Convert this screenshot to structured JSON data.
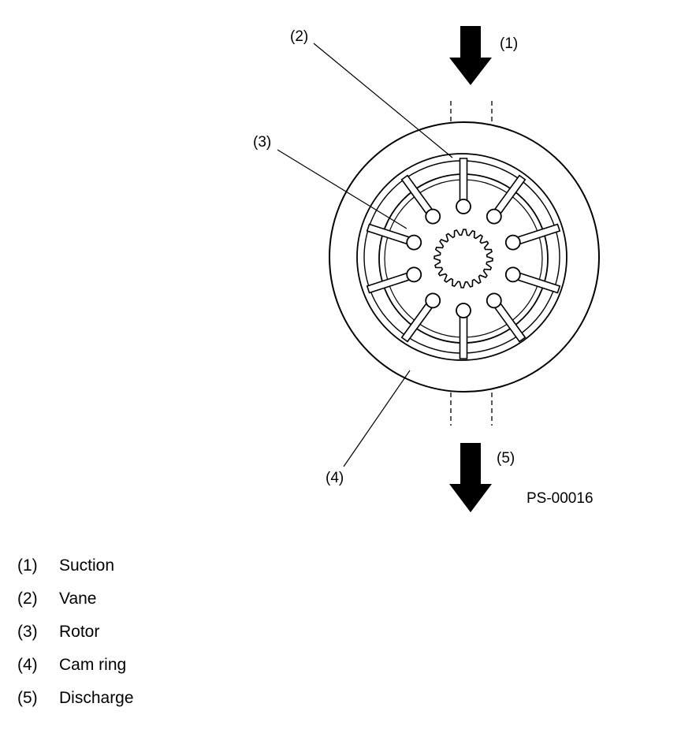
{
  "diagram": {
    "figure_code": "PS-00016",
    "callouts": {
      "suction": "(1)",
      "vane": "(2)",
      "rotor": "(3)",
      "cam_ring": "(4)",
      "discharge": "(5)"
    },
    "vane_count": 10,
    "rotor_spline_teeth": 20
  },
  "legend": [
    {
      "num": "(1)",
      "label": "Suction"
    },
    {
      "num": "(2)",
      "label": "Vane"
    },
    {
      "num": "(3)",
      "label": "Rotor"
    },
    {
      "num": "(4)",
      "label": "Cam ring"
    },
    {
      "num": "(5)",
      "label": "Discharge"
    }
  ]
}
